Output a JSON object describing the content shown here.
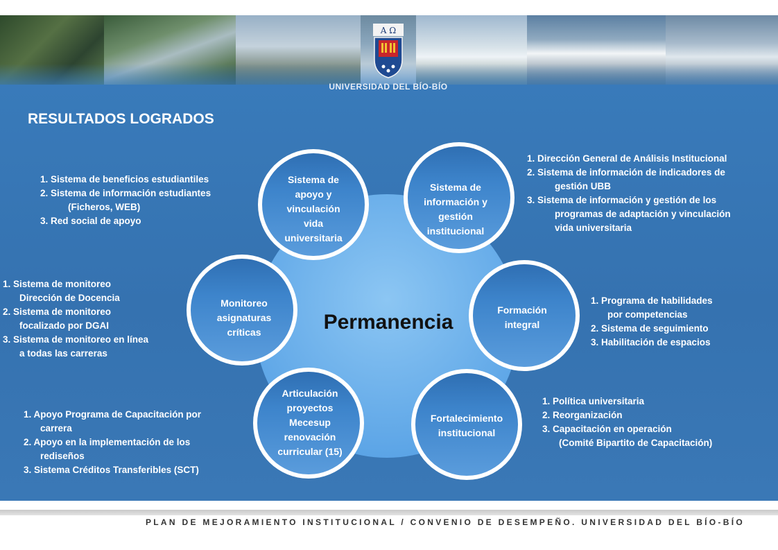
{
  "header": {
    "university_name": "UNIVERSIDAD DEL BÍO-BÍO",
    "crest_letters": "A Ω"
  },
  "title": "RESULTADOS LOGRADOS",
  "center": "Permanencia",
  "nodes": [
    {
      "id": "apoyo",
      "label": [
        "Sistema de",
        "apoyo y",
        "vinculación",
        "vida",
        "universitaria"
      ]
    },
    {
      "id": "informacion",
      "label": [
        "Sistema de",
        "información y",
        "gestión",
        "institucional"
      ]
    },
    {
      "id": "formacion",
      "label": [
        "Formación",
        "integral"
      ]
    },
    {
      "id": "fortalecimiento",
      "label": [
        "Fortalecimiento",
        "institucional"
      ]
    },
    {
      "id": "articulacion",
      "label": [
        "Articulación",
        "proyectos",
        "Mecesup",
        "renovación",
        "curricular  (15)"
      ]
    },
    {
      "id": "monitoreo",
      "label": [
        "Monitoreo",
        "asignaturas",
        "críticas"
      ]
    }
  ],
  "notes": {
    "apoyo": [
      "1. Sistema de beneficios estudiantiles",
      "2. Sistema de información estudiantes",
      "(Ficheros, WEB)",
      "3. Red social de apoyo"
    ],
    "informacion": [
      "1. Dirección General de Análisis Institucional",
      "2. Sistema de información de indicadores de",
      "gestión UBB",
      "3. Sistema de información y gestión de los",
      "programas de adaptación y vinculación",
      "vida universitaria"
    ],
    "formacion": [
      "1. Programa de habilidades",
      "por competencias",
      "2. Sistema de seguimiento",
      "3. Habilitación de espacios"
    ],
    "fortalecimiento": [
      "1. Política universitaria",
      "2. Reorganización",
      "3. Capacitación en operación",
      "(Comité Bipartito de Capacitación)"
    ],
    "articulacion": [
      "1. Apoyo Programa de Capacitación por",
      "carrera",
      "2. Apoyo en la implementación de los",
      "rediseños",
      "3. Sistema Créditos Transferibles (SCT)"
    ],
    "monitoreo": [
      "1. Sistema de monitoreo",
      "Dirección de Docencia",
      "2. Sistema de monitoreo",
      "focalizado por DGAI",
      "3. Sistema de monitoreo en línea",
      "a todas las carreras"
    ]
  },
  "footer": "PLAN  DE MEJORAMIENTO INSTITUCIONAL / CONVENIO DE DESEMPEÑO. UNIVERSIDAD DEL BÍO-BÍO",
  "colors": {
    "background": "#3a7dbd",
    "circle_dark": "#2f6fb3",
    "circle_light": "#4f93d6",
    "hub": "#6aaee8",
    "text": "#ffffff",
    "center_text": "#111111"
  }
}
